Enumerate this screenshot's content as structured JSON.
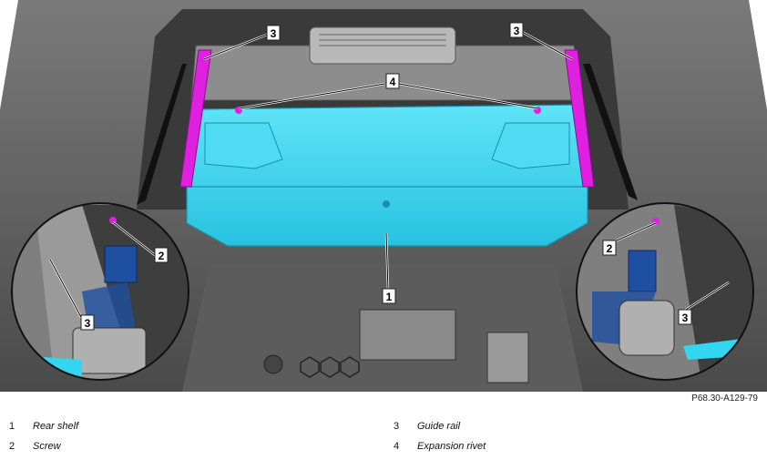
{
  "figure": {
    "reference_code": "P68.30-A129-79",
    "callouts": [
      "1",
      "2",
      "3",
      "4"
    ]
  },
  "legend": [
    {
      "number": "1",
      "label": "Rear shelf"
    },
    {
      "number": "2",
      "label": "Screw"
    },
    {
      "number": "3",
      "label": "Guide rail"
    },
    {
      "number": "4",
      "label": "Expansion rivet"
    }
  ],
  "colors": {
    "rear_shelf": "#33d6f0",
    "guide_rail": "#e020e0",
    "highlight_blue": "#1e4fa0"
  }
}
